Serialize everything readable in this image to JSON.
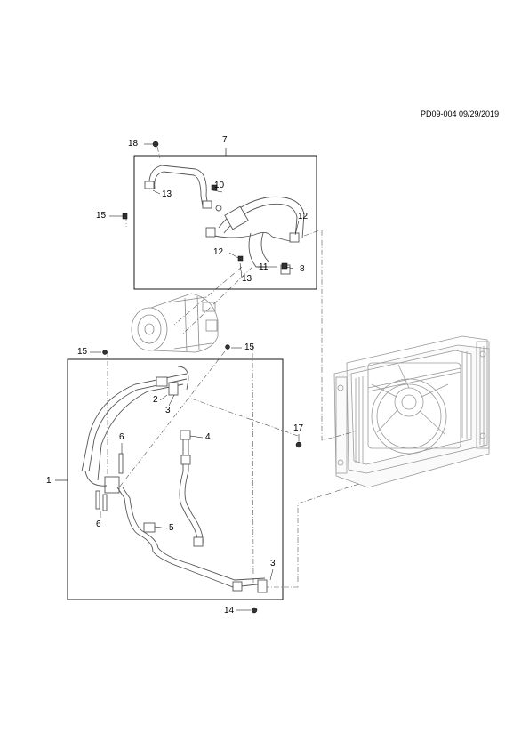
{
  "header": {
    "drawing_id": "PD09-004 09/29/2019"
  },
  "callouts": [
    "1",
    "2",
    "3",
    "3",
    "4",
    "5",
    "6",
    "6",
    "7",
    "8",
    "10",
    "11",
    "12",
    "12",
    "13",
    "13",
    "14",
    "15",
    "15",
    "15",
    "17",
    "18"
  ]
}
